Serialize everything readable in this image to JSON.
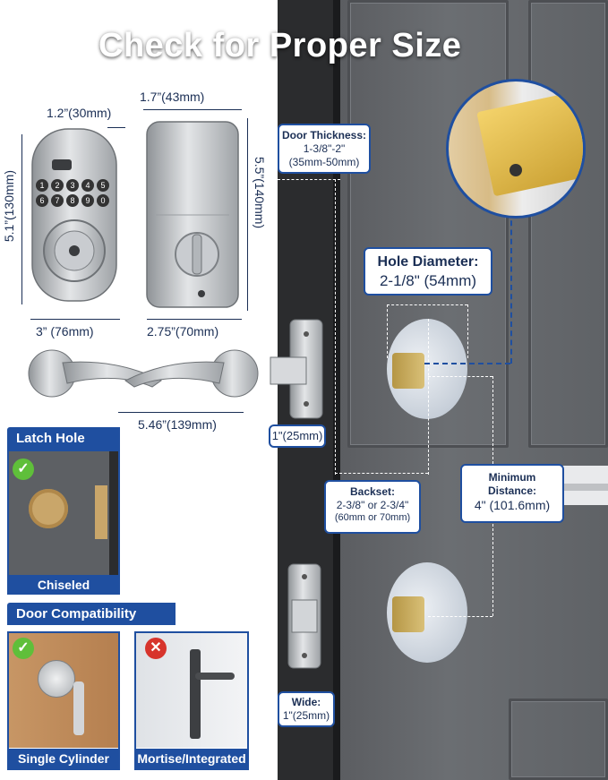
{
  "title": "Check for Proper Size",
  "dimensions": {
    "width_top": "1.2”(30mm)",
    "depth_top": "1.7”(43mm)",
    "front_height": "5.1”(130mm)",
    "back_height": "5.5”(140mm)",
    "front_width": "3” (76mm)",
    "back_width": "2.75”(70mm)",
    "lever_width": "5.46”(139mm)",
    "latch_height": "1\"(25mm)"
  },
  "callouts": {
    "door_thickness": {
      "label": "Door Thickness:",
      "line1": "1-3/8\"-2\"",
      "line2": "(35mm-50mm)"
    },
    "hole_diameter": {
      "label": "Hole Diameter:",
      "value": "2-1/8\" (54mm)"
    },
    "backset": {
      "label": "Backset:",
      "line1": "2-3/8\" or 2-3/4\"",
      "line2": "(60mm or 70mm)"
    },
    "minimum_distance": {
      "label": "Minimum",
      "label2": "Distance:",
      "value": "4\" (101.6mm)"
    },
    "wide": {
      "label": "Wide:",
      "value": "1\"(25mm)"
    }
  },
  "latch_hole": {
    "heading": "Latch Hole",
    "caption": "Chiseled"
  },
  "door_compat": {
    "heading": "Door Compatibility",
    "single": "Single Cylinder",
    "mortise": "Mortise/Integrated"
  },
  "keypad": [
    "1",
    "2",
    "3",
    "4",
    "5",
    "6",
    "7",
    "8",
    "9",
    "0"
  ],
  "colors": {
    "accent": "#1f4fa0",
    "ok": "#5fbf3a",
    "no": "#d7342c",
    "door": "#65686c"
  }
}
